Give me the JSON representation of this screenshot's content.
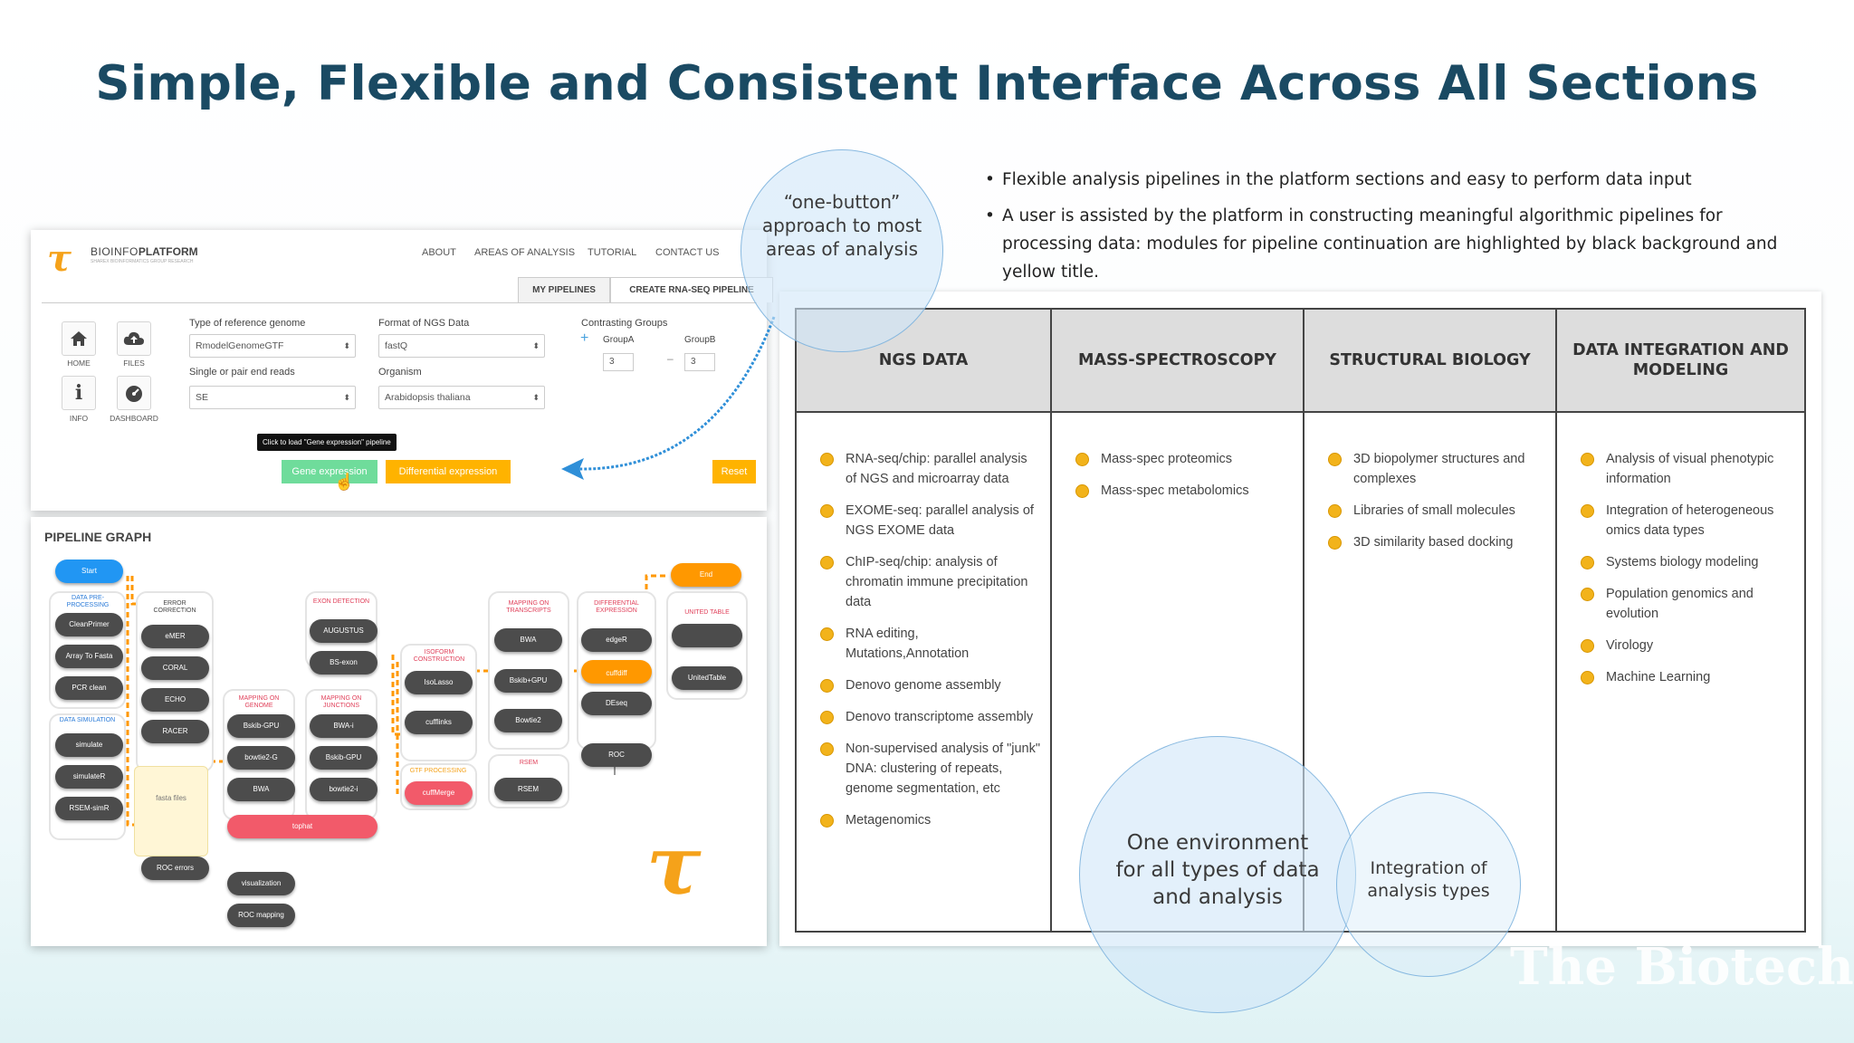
{
  "slide": {
    "title": "Simple, Flexible and Consistent Interface Across All Sections",
    "bullets": [
      "Flexible analysis pipelines in the platform sections and easy to perform data input",
      "A user is assisted by the platform in constructing meaningful algorithmic pipelines for processing data: modules for pipeline continuation are highlighted by black background and yellow title."
    ]
  },
  "callouts": {
    "one_button": "“one-button” approach to most areas of analysis",
    "environment": "One environment for all types of data and analysis",
    "integration": "Integration of analysis types"
  },
  "watermark": "The Biotech",
  "app": {
    "brand_small": "BIOINFO",
    "brand_bold": "PLATFORM",
    "tagline": "SHAREX BIOINFORMATICS GROUP RESEARCH",
    "nav": [
      "ABOUT",
      "AREAS OF ANALYSIS",
      "TUTORIAL",
      "CONTACT US"
    ],
    "tabs": [
      "MY PIPELINES",
      "CREATE RNA-SEQ PIPELINE"
    ],
    "icons": [
      {
        "label": "HOME",
        "icon": "home-icon"
      },
      {
        "label": "FILES",
        "icon": "cloud-upload-icon"
      },
      {
        "label": "INFO",
        "icon": "info-icon"
      },
      {
        "label": "DASHBOARD",
        "icon": "dashboard-icon"
      }
    ],
    "form": {
      "ref_genome_label": "Type of reference genome",
      "ref_genome_value": "RmodelGenomeGTF",
      "reads_label": "Single or pair end reads",
      "reads_value": "SE",
      "format_label": "Format of NGS Data",
      "format_value": "fastQ",
      "organism_label": "Organism",
      "organism_value": "Arabidopsis thaliana",
      "groups_label": "Contrasting Groups",
      "group_a_label": "GroupA",
      "group_a_value": "3",
      "group_b_label": "GroupB",
      "group_b_value": "3"
    },
    "tooltip": "Click to load \"Gene expression\" pipeline",
    "buttons": {
      "gene_expression": "Gene expression",
      "differential_expression": "Differential expression",
      "reset": "Reset"
    },
    "colors": {
      "accent": "#f5a21a",
      "green": "#6fdc9b",
      "orange": "#ffb300",
      "red": "#f25a6a",
      "node": "#4c4c4c",
      "start": "#2196f3"
    }
  },
  "pipeline": {
    "title": "PIPELINE GRAPH",
    "start": "Start",
    "end": "End",
    "groups": {
      "preprocessing": "DATA PRE-PROCESSING",
      "simulation": "DATA SIMULATION",
      "error_correction": "ERROR CORRECTION",
      "exon_detection": "EXON DETECTION",
      "mapping_genome": "MAPPING ON GENOME",
      "mapping_junctions": "MAPPING ON JUNCTIONS",
      "isoform": "ISOFORM CONSTRUCTION",
      "gtf": "GTF PROCESSING",
      "mapping_transcripts": "MAPPING ON TRANSCRIPTS",
      "rsem": "RSEM",
      "differential": "DIFFERENTIAL EXPRESSION",
      "united_table": "UNITED TABLE"
    },
    "nodes": {
      "cleanprimer": "CleanPrimer",
      "array_to_fasta": "Array To Fasta",
      "pcr_clean": "PCR clean",
      "simulate": "simulate",
      "simulater": "simulateR",
      "rsem_simr": "RSEM-simR",
      "emer": "eMER",
      "coral": "CORAL",
      "echo": "ECHO",
      "racer": "RACER",
      "fasta_files": "fasta  files",
      "roc_errors": "ROC errors",
      "augustus": "AUGUSTUS",
      "bs_exon": "BS-exon",
      "bskib_gpu": "Bskib-GPU",
      "bowtie2_g": "bowtie2-G",
      "bwa_g": "BWA",
      "bwa_i": "BWA-i",
      "bskib_gpu_j": "Bskib-GPU",
      "bowtie2_i": "bowtie2-i",
      "tophat": "tophat",
      "visualization": "visualization",
      "roc_mapping": "ROC mapping",
      "isolasso": "IsoLasso",
      "cufflinks": "cufflinks",
      "cuffmerge": "cuffMerge",
      "bwa_t": "BWA",
      "bskib_gpu_t": "Bskib+GPU",
      "bowtie2_t": "Bowtie2",
      "rsem": "RSEM",
      "edger": "edgeR",
      "cuffdiff": "cuffdiff",
      "deseq": "DEseq",
      "roc": "ROC",
      "united_table": "UnitedTable"
    }
  },
  "table": {
    "columns": [
      {
        "header": "NGS DATA",
        "items": [
          "RNA-seq/chip: parallel analysis of NGS and microarray data",
          "EXOME-seq: parallel analysis of NGS EXOME data",
          "ChIP-seq/chip: analysis of chromatin immune precipitation data",
          "RNA editing, Mutations,Annotation",
          "Denovo genome assembly",
          "Denovo transcriptome assembly",
          "Non-supervised analysis of \"junk\" DNA: clustering of repeats, genome segmentation, etc",
          "Metagenomics"
        ]
      },
      {
        "header": "MASS-SPECTROSCOPY",
        "items": [
          "Mass-spec proteomics",
          "Mass-spec metabolomics"
        ]
      },
      {
        "header": "STRUCTURAL BIOLOGY",
        "items": [
          "3D biopolymer structures and complexes",
          "Libraries of small molecules",
          "3D similarity based docking"
        ]
      },
      {
        "header": "DATA INTEGRATION AND MODELING",
        "items": [
          "Analysis of visual phenotypic information",
          "Integration of heterogeneous omics data types",
          "Systems biology modeling",
          "Population genomics and evolution",
          "Virology",
          "Machine Learning"
        ]
      }
    ]
  }
}
